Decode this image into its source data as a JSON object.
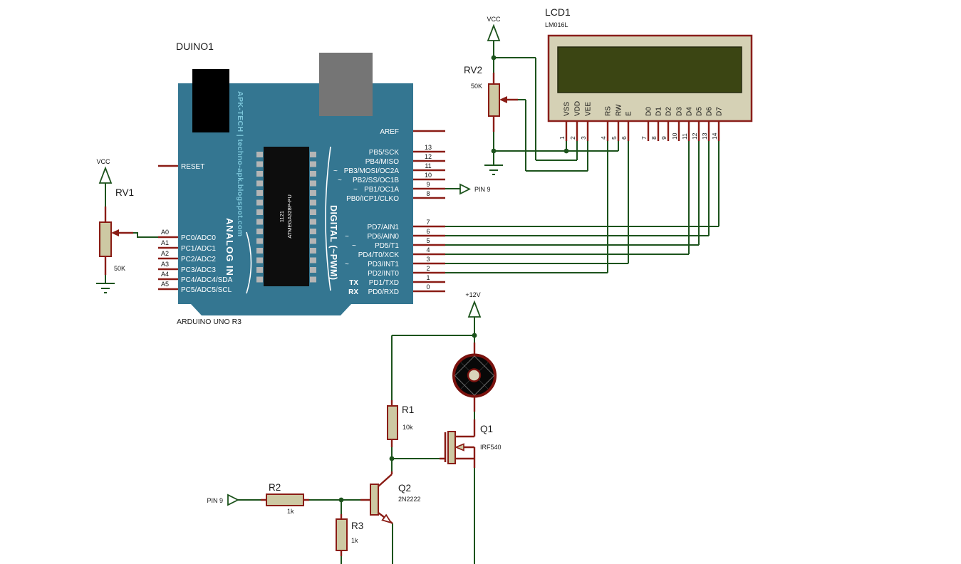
{
  "arduino": {
    "ref": "DUINO1",
    "board_name": "ARDUINO UNO R3",
    "watermark": "APK-TECH | techno-apk.blogspot.com",
    "chip": {
      "line1": "1121",
      "line2": "ATMEGA328P-PU"
    },
    "analog_group_label": "ANALOG IN",
    "digital_group_label": "DIGITAL (~PWM)",
    "pwm_mark": "~",
    "tx_label": "TX",
    "rx_label": "RX",
    "reset_label": "RESET",
    "aref_label": "AREF",
    "digital_pins": [
      {
        "num": "13",
        "name": "PB5/SCK"
      },
      {
        "num": "12",
        "name": "PB4/MISO"
      },
      {
        "num": "11",
        "name": "PB3/MOSI/OC2A"
      },
      {
        "num": "10",
        "name": "PB2/SS/OC1B"
      },
      {
        "num": "9",
        "name": "PB1/OC1A"
      },
      {
        "num": "8",
        "name": "PB0/ICP1/CLKO"
      },
      {
        "num": "7",
        "name": "PD7/AIN1"
      },
      {
        "num": "6",
        "name": "PD6/AIN0"
      },
      {
        "num": "5",
        "name": "PD5/T1"
      },
      {
        "num": "4",
        "name": "PD4/T0/XCK"
      },
      {
        "num": "3",
        "name": "PD3/INT1"
      },
      {
        "num": "2",
        "name": "PD2/INT0"
      },
      {
        "num": "1",
        "name": "PD1/TXD"
      },
      {
        "num": "0",
        "name": "PD0/RXD"
      }
    ],
    "analog_pins": [
      {
        "num": "A0",
        "name": "PC0/ADC0"
      },
      {
        "num": "A1",
        "name": "PC1/ADC1"
      },
      {
        "num": "A2",
        "name": "PC2/ADC2"
      },
      {
        "num": "A3",
        "name": "PC3/ADC3"
      },
      {
        "num": "A4",
        "name": "PC4/ADC4/SDA"
      },
      {
        "num": "A5",
        "name": "PC5/ADC5/SCL"
      }
    ]
  },
  "lcd": {
    "ref": "LCD1",
    "part": "LM016L",
    "pins": [
      {
        "num": "1",
        "name": "VSS"
      },
      {
        "num": "2",
        "name": "VDD"
      },
      {
        "num": "3",
        "name": "VEE"
      },
      {
        "num": "4",
        "name": "RS"
      },
      {
        "num": "5",
        "name": "RW"
      },
      {
        "num": "6",
        "name": "E"
      },
      {
        "num": "7",
        "name": "D0"
      },
      {
        "num": "8",
        "name": "D1"
      },
      {
        "num": "9",
        "name": "D2"
      },
      {
        "num": "10",
        "name": "D3"
      },
      {
        "num": "11",
        "name": "D4"
      },
      {
        "num": "12",
        "name": "D5"
      },
      {
        "num": "13",
        "name": "D6"
      },
      {
        "num": "14",
        "name": "D7"
      }
    ]
  },
  "rv1": {
    "ref": "RV1",
    "value": "50K"
  },
  "rv2": {
    "ref": "RV2",
    "value": "50K"
  },
  "r1": {
    "ref": "R1",
    "value": "10k"
  },
  "r2": {
    "ref": "R2",
    "value": "1k"
  },
  "r3": {
    "ref": "R3",
    "value": "1k"
  },
  "q1": {
    "ref": "Q1",
    "part": "IRF540"
  },
  "q2": {
    "ref": "Q2",
    "part": "2N2222"
  },
  "terminals": {
    "vcc": "VCC",
    "v12": "+12V",
    "pin9": "PIN 9"
  },
  "colors": {
    "board": "#347691",
    "wire": "#1c531c",
    "pin": "#8a1c15",
    "component_fill": "#cdc9a3",
    "lcd_body": "#d5d1b5",
    "lcd_screen": "#3b4513",
    "watermark": "#7cc6da",
    "usb": "#000000",
    "power_jack": "#757575",
    "chip_body": "#0d0d0d",
    "chip_pin": "#b5b5b5",
    "motor_ring": "#7a120e"
  }
}
